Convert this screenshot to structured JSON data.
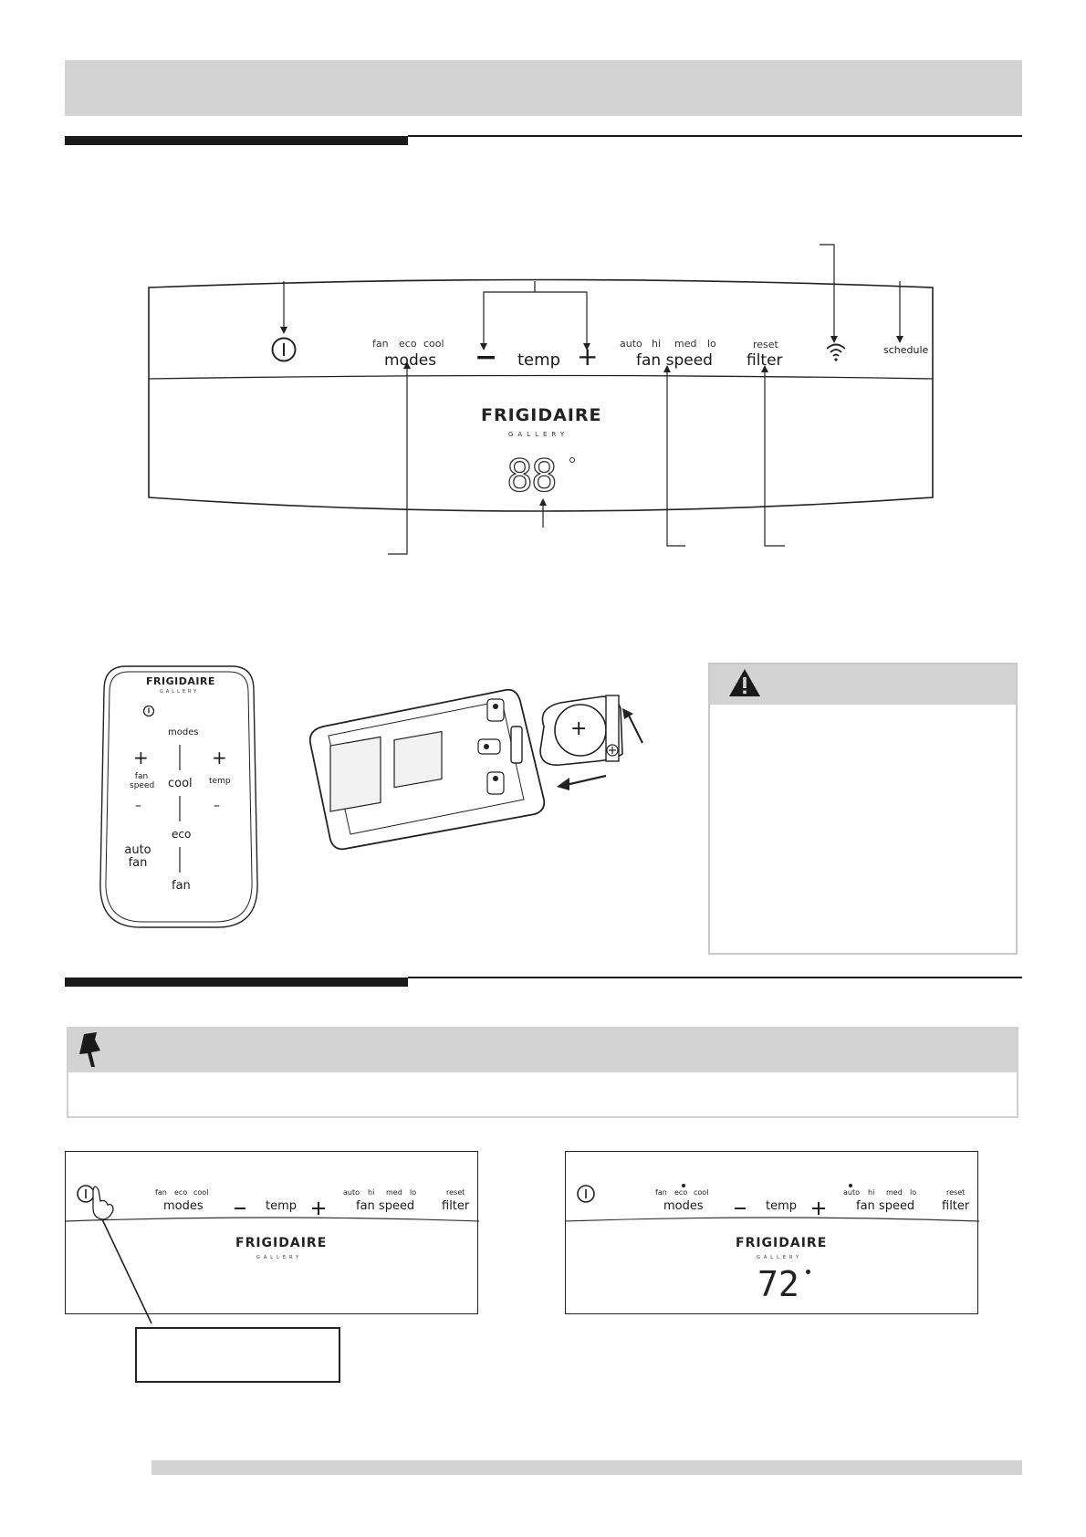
{
  "main_panel": {
    "modes_options": [
      "fan",
      "eco",
      "cool"
    ],
    "modes_label": "modes",
    "temp_minus": "−",
    "temp_label": "temp",
    "temp_plus": "+",
    "fan_speed_options": [
      "auto",
      "hi",
      "med",
      "lo"
    ],
    "fan_speed_label": "fan speed",
    "filter_reset": "reset",
    "filter_label": "filter",
    "schedule_label": "schedule",
    "brand": "FRIGIDAIRE",
    "brand_sub": "GALLERY",
    "display_value": "88"
  },
  "remote": {
    "brand": "FRIGIDAIRE",
    "brand_sub": "GALLERY",
    "modes_label": "modes",
    "fan_speed_label": "fan speed",
    "cool_label": "cool",
    "temp_label": "temp",
    "eco_label": "eco",
    "auto_fan_label": "auto fan",
    "fan_label": "fan",
    "plus": "+",
    "minus": "–"
  },
  "battery": {
    "plus_symbol": "+"
  },
  "small_panel_left": {
    "modes_options": [
      "fan",
      "eco",
      "cool"
    ],
    "modes_label": "modes",
    "temp_label": "temp",
    "fan_speed_options": [
      "auto",
      "hi",
      "med",
      "lo"
    ],
    "fan_speed_label": "fan speed",
    "filter_reset": "reset",
    "filter_label": "filter",
    "brand": "FRIGIDAIRE",
    "brand_sub": "GALLERY"
  },
  "small_panel_right": {
    "modes_options": [
      "fan",
      "eco",
      "cool"
    ],
    "modes_label": "modes",
    "temp_label": "temp",
    "fan_speed_options": [
      "auto",
      "hi",
      "med",
      "lo"
    ],
    "fan_speed_label": "fan speed",
    "filter_reset": "reset",
    "filter_label": "filter",
    "brand": "FRIGIDAIRE",
    "brand_sub": "GALLERY",
    "display_value": "72"
  }
}
